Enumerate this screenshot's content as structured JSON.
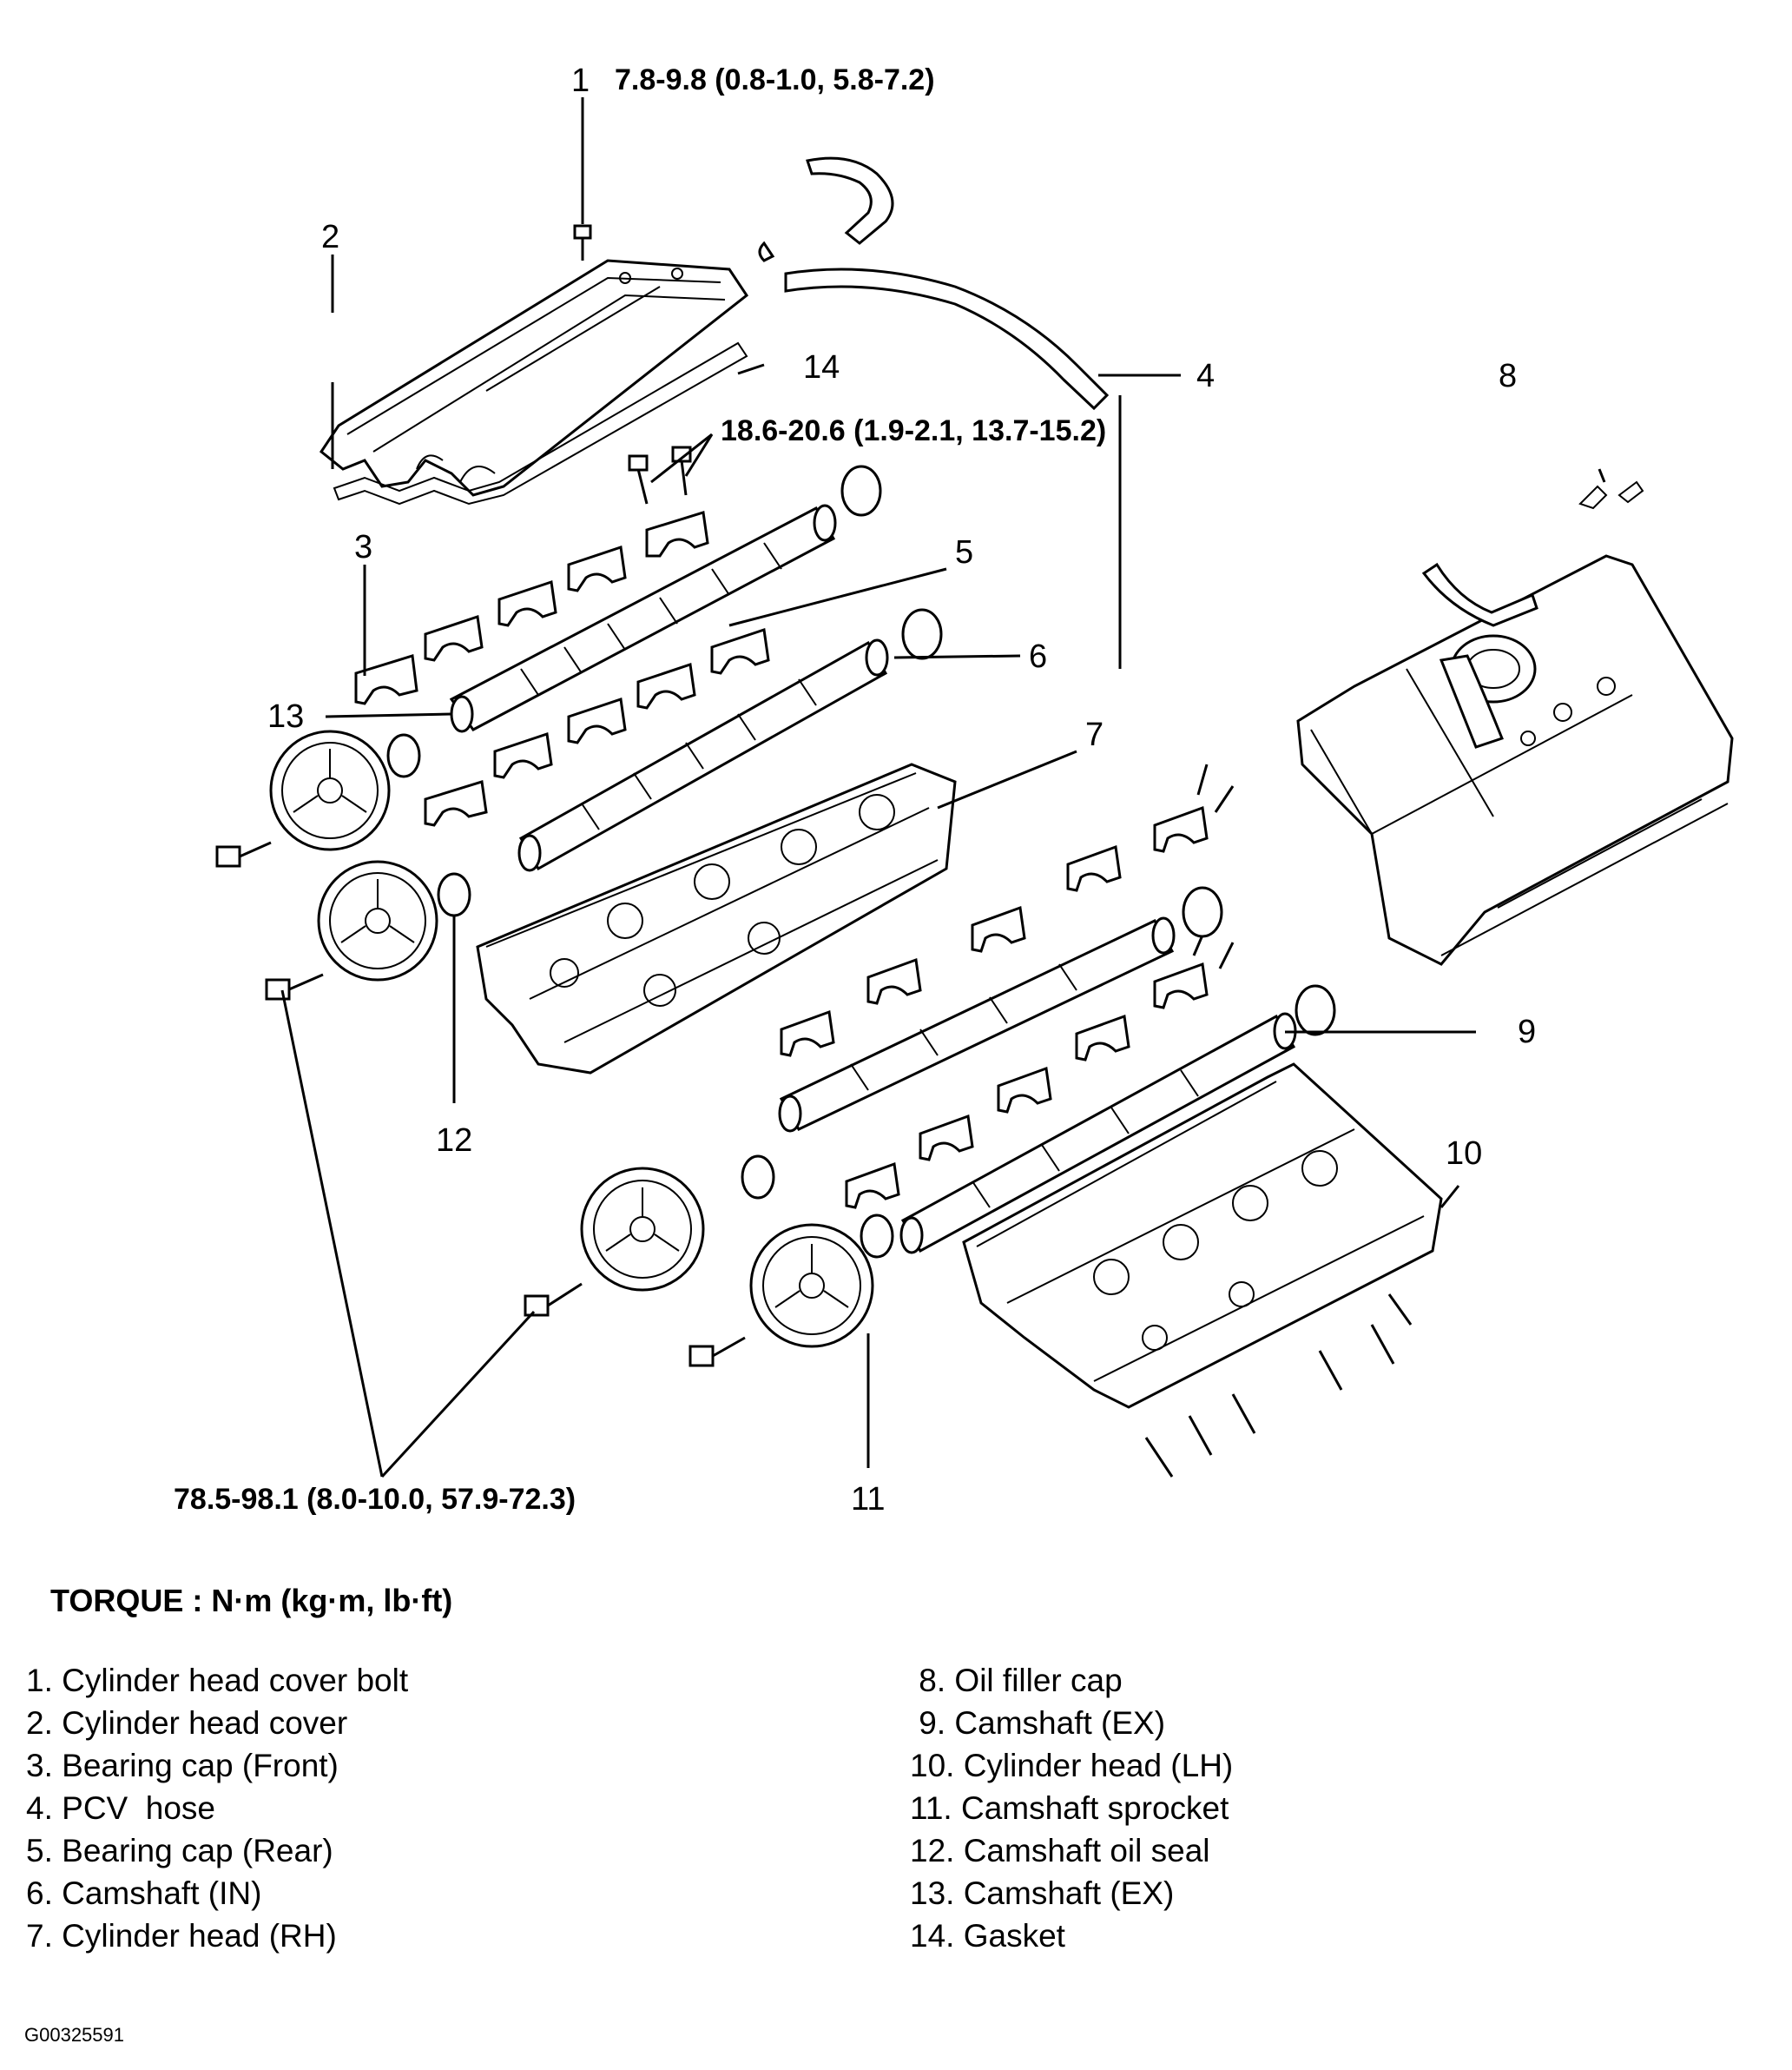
{
  "callouts": {
    "n1": "1",
    "n2": "2",
    "n3": "3",
    "n4": "4",
    "n5": "5",
    "n6": "6",
    "n7": "7",
    "n8": "8",
    "n9": "9",
    "n10": "10",
    "n11": "11",
    "n12": "12",
    "n13": "13",
    "n14": "14"
  },
  "torque_values": {
    "cover_bolt": "7.8-9.8 (0.8-1.0, 5.8-7.2)",
    "bearing_cap_bolt": "18.6-20.6 (1.9-2.1, 13.7-15.2)",
    "sprocket_bolt": "78.5-98.1 (8.0-10.0, 57.9-72.3)"
  },
  "torque_heading": "TORQUE : N·m (kg·m, lb·ft)",
  "legend": {
    "left": [
      "1. Cylinder head cover bolt",
      "2. Cylinder head cover",
      "3. Bearing cap (Front)",
      "4. PCV  hose",
      "5. Bearing cap (Rear)",
      "6. Camshaft (IN)",
      "7. Cylinder head (RH)"
    ],
    "right": [
      " 8. Oil filler cap",
      " 9. Camshaft (EX)",
      "10. Cylinder head (LH)",
      "11. Camshaft sprocket",
      "12. Camshaft oil seal",
      "13. Camshaft (EX)",
      "14. Gasket"
    ]
  },
  "figure_id": "G00325591"
}
